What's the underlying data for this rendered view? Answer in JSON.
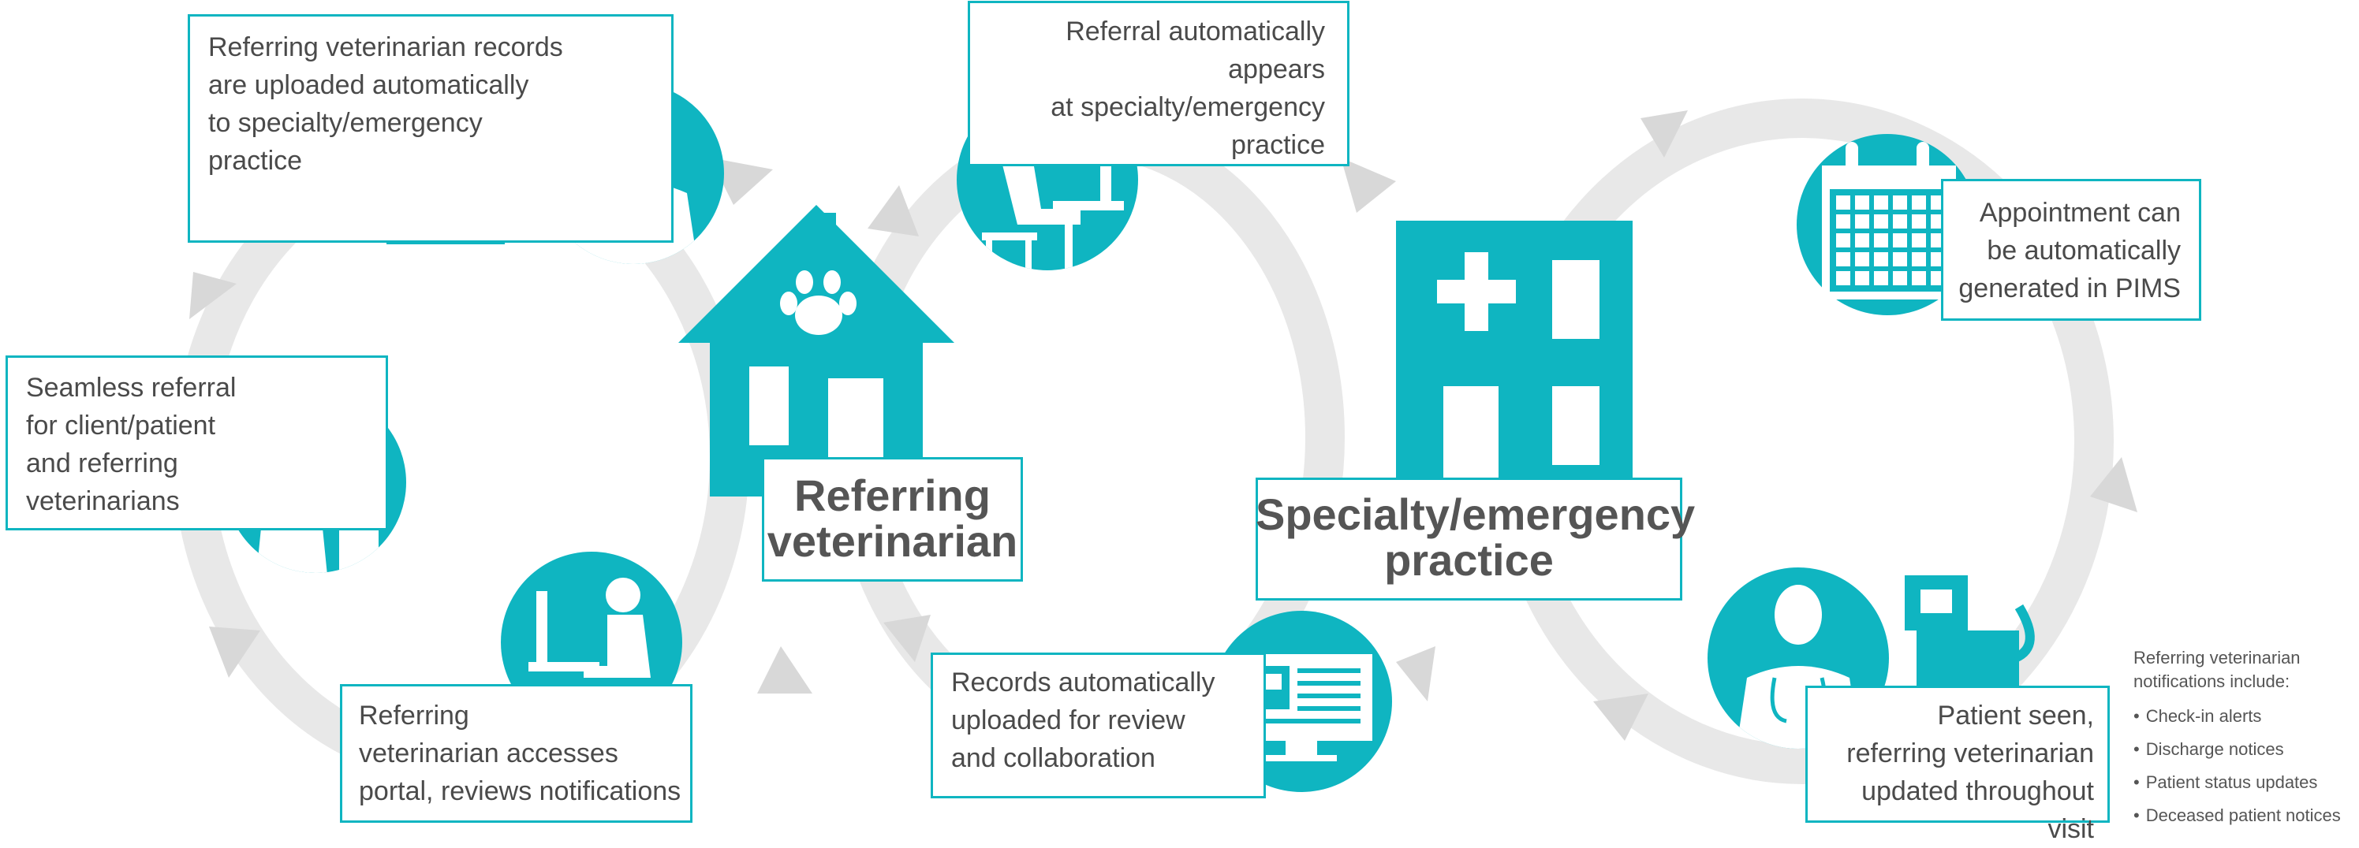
{
  "colors": {
    "teal": "#0fb5c1",
    "loop_gray": "#e8e8e8",
    "arrow_gray": "#d8d8d8",
    "text": "#4a4a4a",
    "heading": "#555555"
  },
  "hubs": {
    "referring": "Referring\nveterinarian",
    "specialty": "Specialty/emergency\npractice"
  },
  "steps": {
    "records_uploaded": "Referring veterinarian records\nare uploaded automatically\nto specialty/emergency\npractice",
    "referral_appears": "Referral automatically appears\nat specialty/emergency\npractice",
    "appointment": "Appointment can\nbe automatically\ngenerated in PIMS",
    "seamless": "Seamless referral\nfor client/patient\nand referring\nveterinarians",
    "portal": "Referring\nveterinarian accesses\nportal, reviews notifications",
    "review": "Records automatically\nuploaded for review\nand collaboration",
    "patient_seen": "Patient seen,\nreferring veterinarian\nupdated throughout visit"
  },
  "notifications": {
    "heading": "Referring veterinarian notifications include:",
    "items": [
      "Check-in alerts",
      "Discharge notices",
      "Patient status updates",
      "Deceased patient notices"
    ]
  },
  "icons": [
    "veterinarian-with-dog-icon",
    "person-at-computer-icon",
    "calendar-icon",
    "client-with-dog-icon",
    "person-at-desk-icon",
    "computer-monitor-records-icon",
    "doctor-with-dog-icon",
    "house-paw-icon",
    "hospital-building-icon"
  ]
}
